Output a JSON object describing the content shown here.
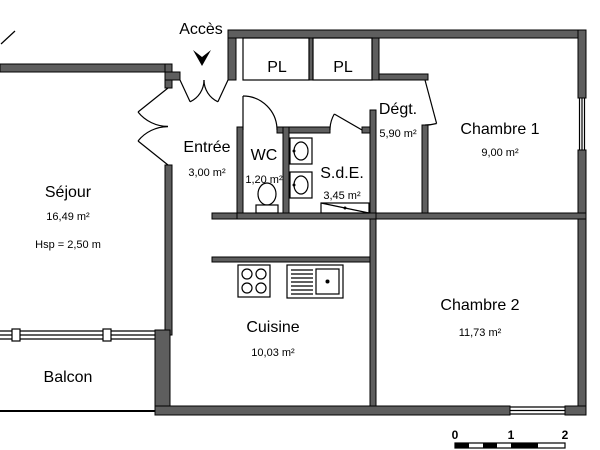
{
  "access": {
    "label": "Accès"
  },
  "closets": [
    "PL",
    "PL"
  ],
  "rooms": {
    "degagement": {
      "name": "Dégt.",
      "area": "5,90 m²"
    },
    "chambre_1": {
      "name": "Chambre 1",
      "area": "9,00 m²"
    },
    "entree": {
      "name": "Entrée",
      "area": "3,00 m²"
    },
    "wc": {
      "name": "WC",
      "area": "1,20 m²"
    },
    "salle_d_eau": {
      "name": "S.d.E.",
      "area": "3,45 m²"
    },
    "sejour": {
      "name": "Séjour",
      "area": "16,49 m²",
      "ceiling_height": "Hsp = 2,50 m"
    },
    "cuisine": {
      "name": "Cuisine",
      "area": "10,03 m²"
    },
    "chambre_2": {
      "name": "Chambre 2",
      "area": "11,73 m²"
    },
    "balcon": {
      "name": "Balcon"
    }
  },
  "scale_bar": {
    "ticks": [
      "0",
      "1",
      "2"
    ]
  },
  "icons": {
    "access_arrow": "arrow-down-icon"
  },
  "colors": {
    "background": "#ffffff",
    "wall_fill": "#5e5e5e",
    "wall_stroke": "#000000",
    "line": "#000000"
  }
}
